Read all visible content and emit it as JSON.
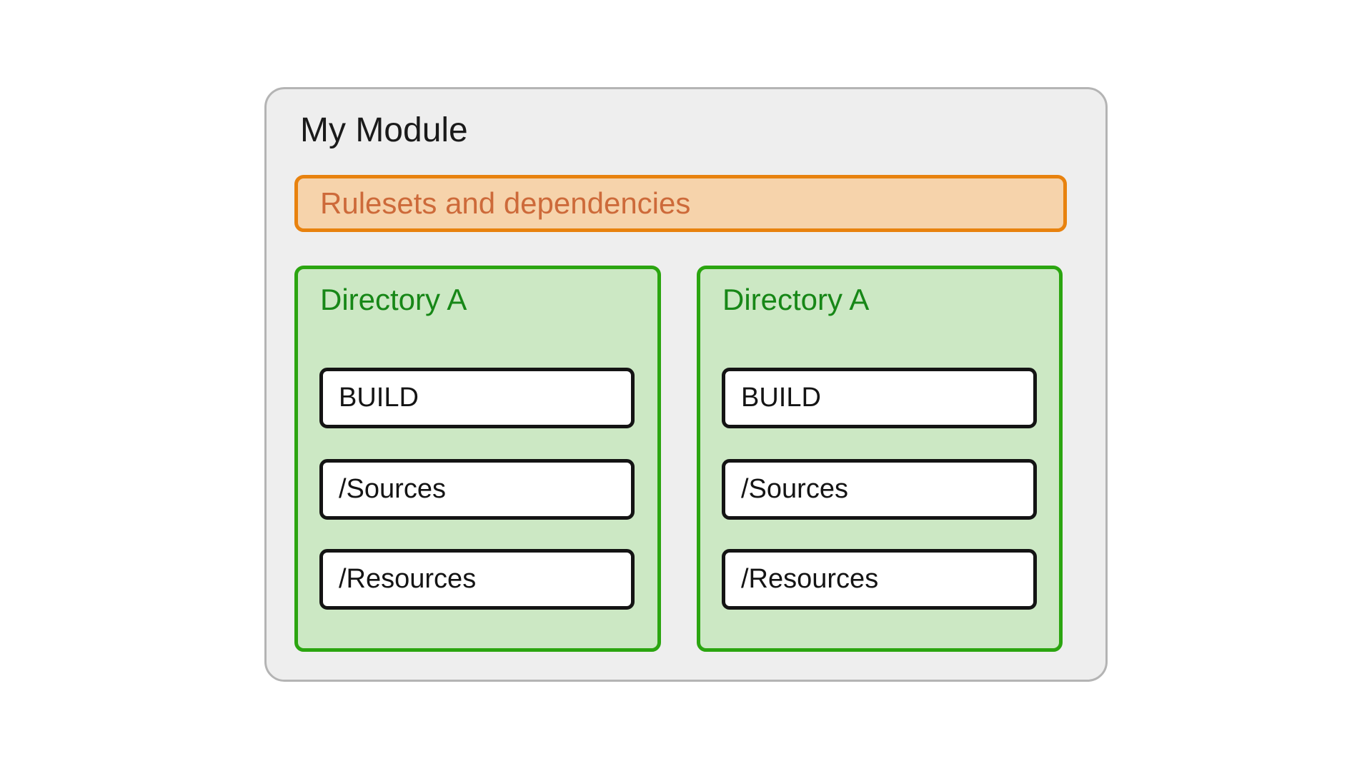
{
  "module": {
    "title": "My Module",
    "rulesets_label": "Rulesets and dependencies",
    "directories": [
      {
        "title": "Directory A",
        "items": [
          "BUILD",
          "/Sources",
          "/Resources"
        ]
      },
      {
        "title": "Directory A",
        "items": [
          "BUILD",
          "/Sources",
          "/Resources"
        ]
      }
    ]
  },
  "colors": {
    "page_bg": "#ffffff",
    "container_bg": "#eeeeee",
    "container_border": "#b4b4b4",
    "title_text": "#1a1a1a",
    "ruleset_bg": "#f6d3ab",
    "ruleset_border": "#e8820e",
    "ruleset_text": "#cd6a3a",
    "directory_bg": "#cce8c4",
    "directory_border": "#2ba510",
    "directory_text": "#178717",
    "file_bg": "#ffffff",
    "file_border": "#141414",
    "file_text": "#141414"
  }
}
